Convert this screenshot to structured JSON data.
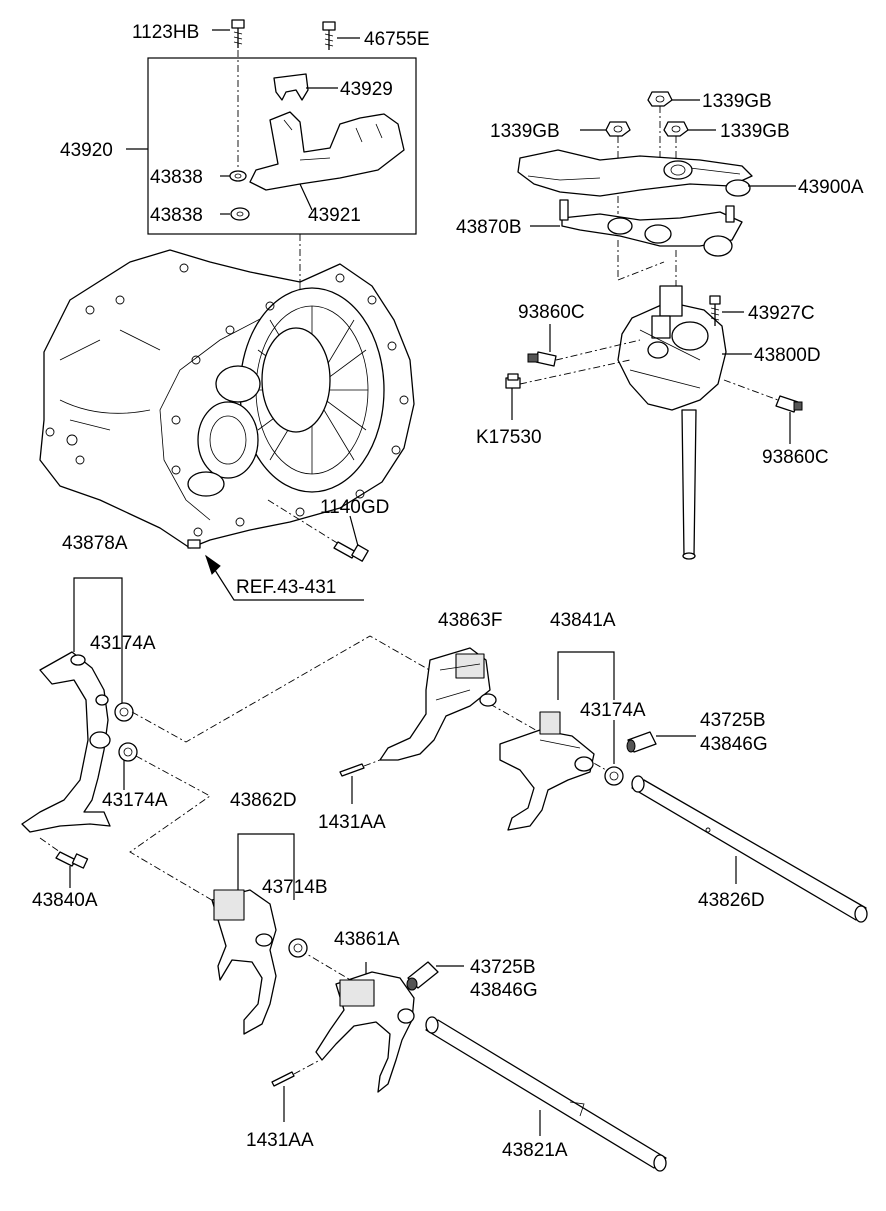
{
  "labels": {
    "l_1123hb": "1123HB",
    "l_46755e": "46755E",
    "l_43929": "43929",
    "l_43920": "43920",
    "l_43838a": "43838",
    "l_43838b": "43838",
    "l_43921": "43921",
    "l_1339gb_top": "1339GB",
    "l_1339gb_left": "1339GB",
    "l_1339gb_right": "1339GB",
    "l_43900a": "43900A",
    "l_43870b": "43870B",
    "l_93860c_a": "93860C",
    "l_43927c": "43927C",
    "l_43800d": "43800D",
    "l_k17530": "K17530",
    "l_93860c_b": "93860C",
    "l_1140gd": "1140GD",
    "l_43878a": "43878A",
    "l_ref": "REF.43-431",
    "l_43174a_a": "43174A",
    "l_43863f": "43863F",
    "l_43841a": "43841A",
    "l_43174a_b": "43174A",
    "l_43725b_a": "43725B",
    "l_43846g_a": "43846G",
    "l_43174a_c": "43174A",
    "l_1431aa_a": "1431AA",
    "l_43862d": "43862D",
    "l_43840a": "43840A",
    "l_43714b": "43714B",
    "l_43826d": "43826D",
    "l_43861a": "43861A",
    "l_43725b_b": "43725B",
    "l_43846g_b": "43846G",
    "l_1431aa_b": "1431AA",
    "l_43821a": "43821A"
  }
}
